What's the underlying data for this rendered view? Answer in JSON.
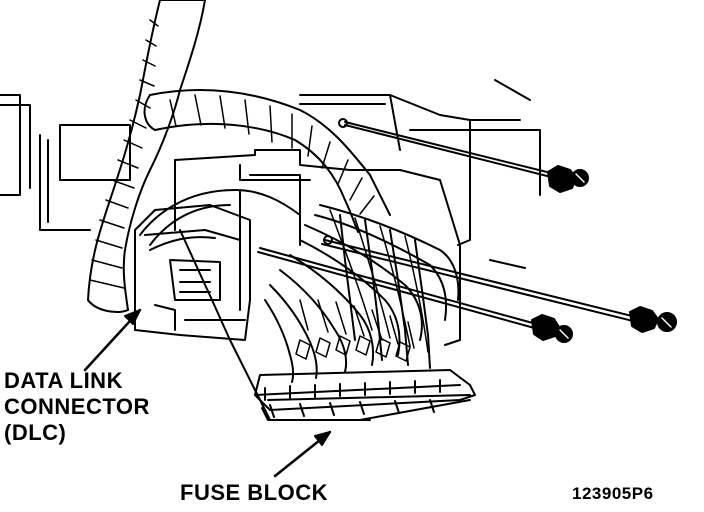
{
  "labels": {
    "data_link_connector_line1": "DATA LINK",
    "data_link_connector_line2": "CONNECTOR",
    "data_link_connector_line3": "(DLC)",
    "fuse_block": "FUSE BLOCK",
    "figure_id": "123905P6"
  },
  "colors": {
    "ink": "#000000",
    "paper": "#ffffff"
  }
}
